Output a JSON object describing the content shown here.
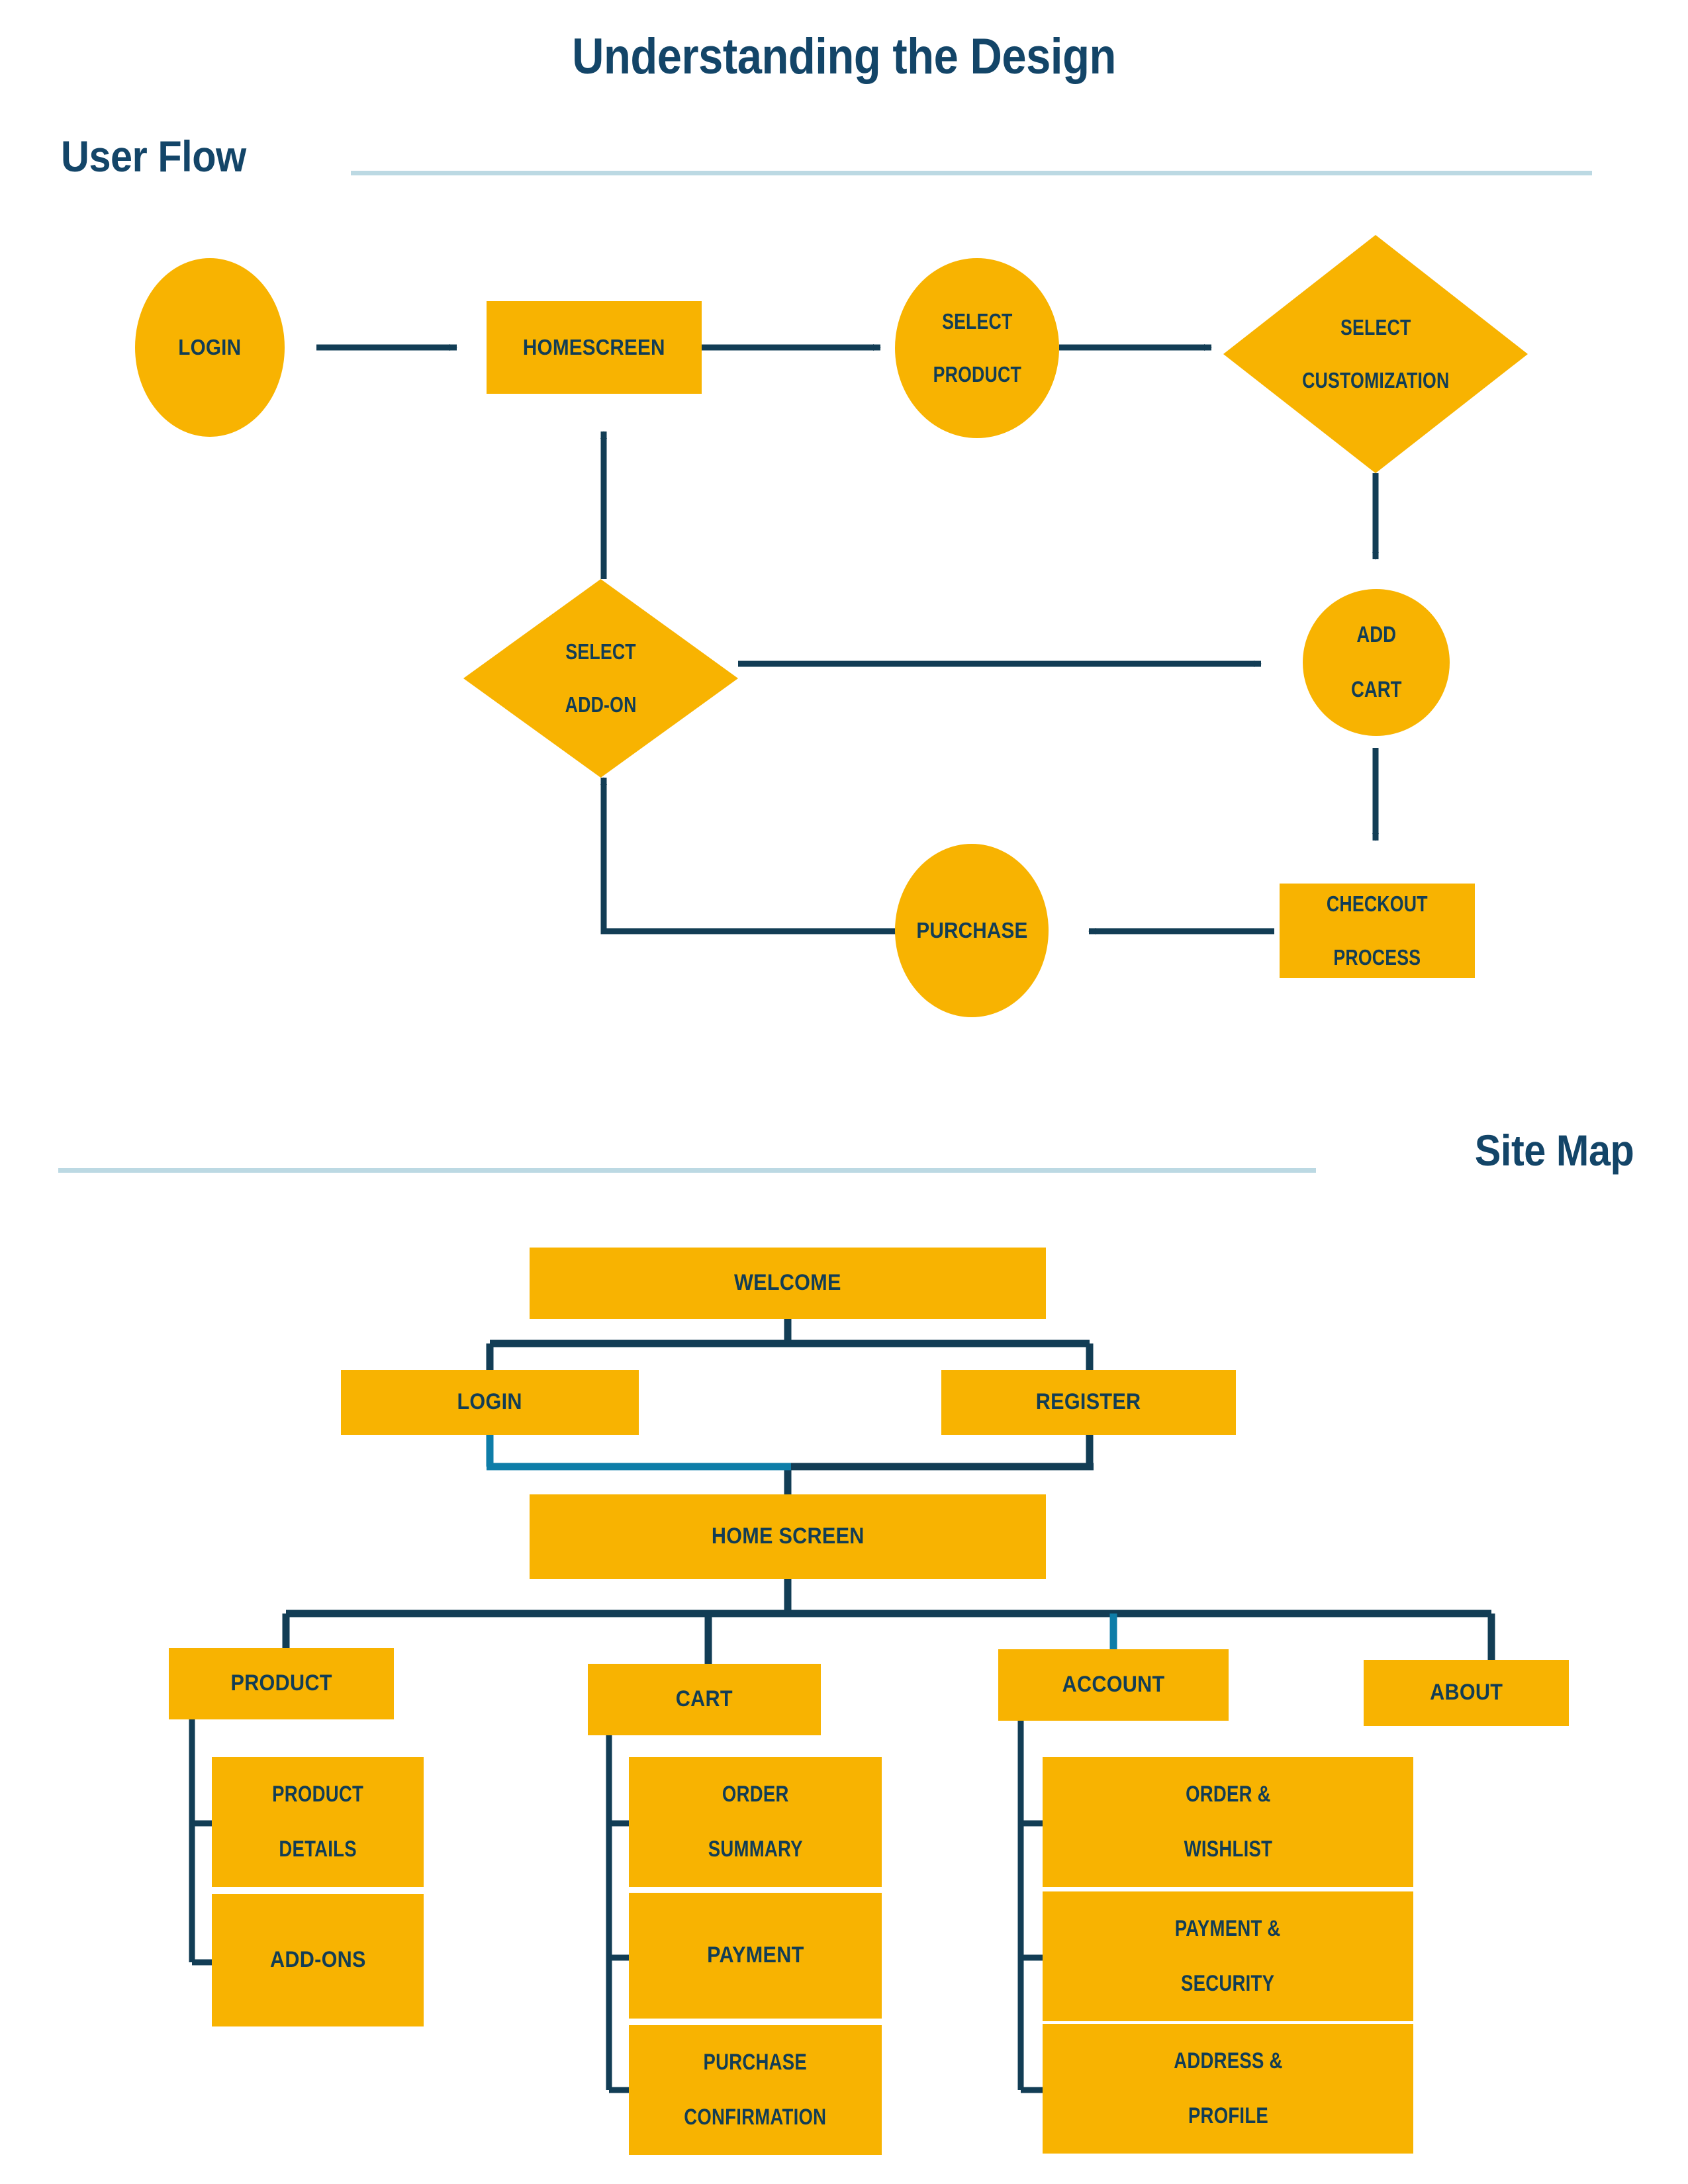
{
  "page": {
    "deck_title": "Understanding the Design",
    "background_color": "#FFFFFF",
    "accent_yellow": "#F8B301",
    "accent_navy": "#123D55",
    "accent_teal": "#0E7DA8",
    "rule_color": "#BCD9E3"
  },
  "sections": {
    "user_flow": {
      "label": "User Flow",
      "nodes": {
        "login": {
          "label": "LOGIN",
          "shape": "ellipse"
        },
        "homescreen": {
          "label": "HOMESCREEN",
          "shape": "rect"
        },
        "select_product": {
          "label_line1": "SELECT",
          "label_line2": "PRODUCT",
          "shape": "ellipse"
        },
        "select_customization": {
          "label_line1": "SELECT",
          "label_line2": "CUSTOMIZATION",
          "shape": "diamond"
        },
        "select_addon": {
          "label_line1": "SELECT",
          "label_line2": "ADD-ON",
          "shape": "diamond"
        },
        "add_cart": {
          "label_line1": "ADD",
          "label_line2": "CART",
          "shape": "circle"
        },
        "checkout_process": {
          "label_line1": "CHECKOUT",
          "label_line2": "PROCESS",
          "shape": "rect"
        },
        "purchase": {
          "label": "PURCHASE",
          "shape": "ellipse"
        }
      },
      "edges": [
        {
          "from": "login",
          "to": "homescreen",
          "direction": "right"
        },
        {
          "from": "homescreen",
          "to": "select_product",
          "direction": "right"
        },
        {
          "from": "select_product",
          "to": "select_customization",
          "direction": "right"
        },
        {
          "from": "select_customization",
          "to": "add_cart",
          "direction": "down"
        },
        {
          "from": "add_cart",
          "to": "checkout_process",
          "direction": "down"
        },
        {
          "from": "checkout_process",
          "to": "purchase",
          "direction": "left"
        },
        {
          "from": "purchase",
          "to": "select_addon",
          "direction": "up-left"
        },
        {
          "from": "select_addon",
          "to": "add_cart",
          "direction": "right"
        },
        {
          "from": "select_addon",
          "to": "homescreen",
          "direction": "up"
        }
      ]
    },
    "site_map": {
      "label": "Site Map",
      "nodes": {
        "welcome": {
          "label": "WELCOME"
        },
        "login": {
          "label": "LOGIN"
        },
        "register": {
          "label": "REGISTER"
        },
        "home_screen": {
          "label": "HOME SCREEN"
        },
        "product": {
          "label": "PRODUCT"
        },
        "cart": {
          "label": "CART"
        },
        "account": {
          "label": "ACCOUNT"
        },
        "about": {
          "label": "ABOUT"
        },
        "product_details": {
          "label_line1": "PRODUCT",
          "label_line2": "DETAILS"
        },
        "add_ons": {
          "label": "ADD-ONS"
        },
        "order_summary": {
          "label_line1": "ORDER",
          "label_line2": "SUMMARY"
        },
        "payment": {
          "label": "PAYMENT"
        },
        "purchase_confirmation": {
          "label_line1": "PURCHASE",
          "label_line2": "CONFIRMATION"
        },
        "order_wishlist": {
          "label_line1": "ORDER &",
          "label_line2": "WISHLIST"
        },
        "payment_security": {
          "label_line1": "PAYMENT &",
          "label_line2": "SECURITY"
        },
        "address_profile": {
          "label_line1": "ADDRESS &",
          "label_line2": "PROFILE"
        }
      },
      "hierarchy": [
        {
          "parent": "welcome",
          "children": [
            "login",
            "register"
          ]
        },
        {
          "parent": "login",
          "children": [
            "home_screen"
          ]
        },
        {
          "parent": "register",
          "children": [
            "home_screen"
          ]
        },
        {
          "parent": "home_screen",
          "children": [
            "product",
            "cart",
            "account",
            "about"
          ]
        },
        {
          "parent": "product",
          "children": [
            "product_details",
            "add_ons"
          ]
        },
        {
          "parent": "cart",
          "children": [
            "order_summary",
            "payment",
            "purchase_confirmation"
          ]
        },
        {
          "parent": "account",
          "children": [
            "order_wishlist",
            "payment_security",
            "address_profile"
          ]
        },
        {
          "parent": "about",
          "children": []
        }
      ]
    }
  }
}
